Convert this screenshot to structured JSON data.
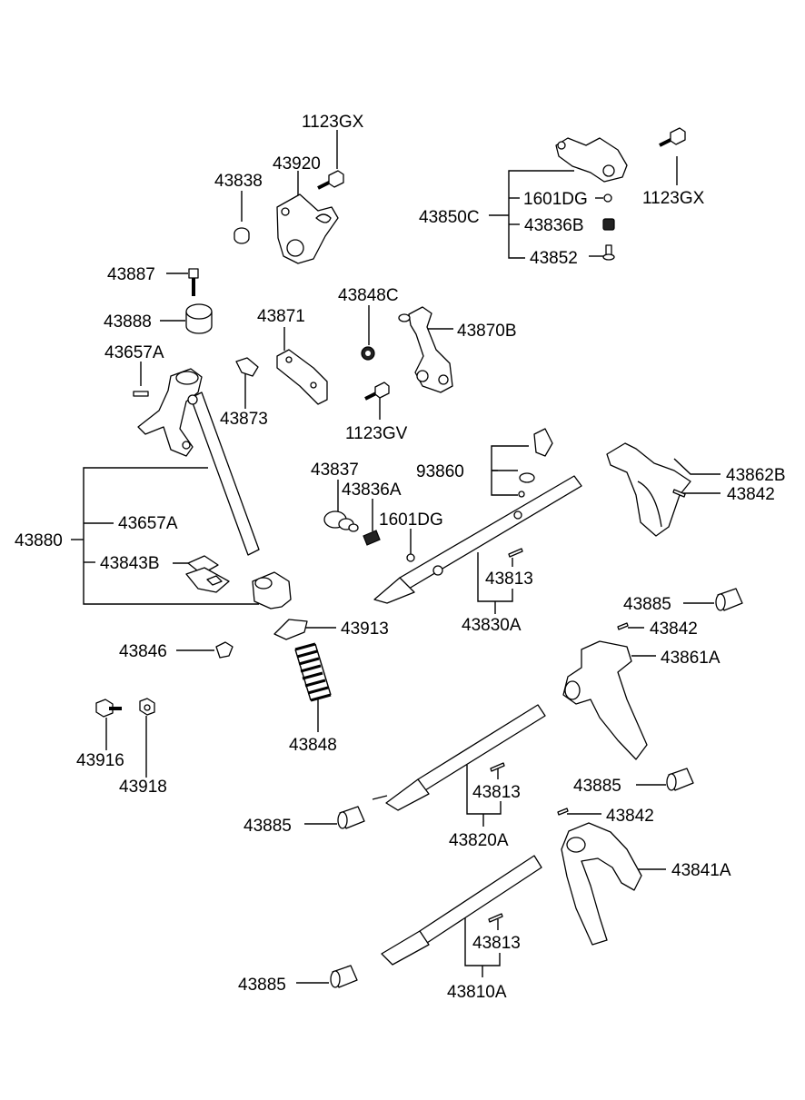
{
  "labels": {
    "l_1123gx_a": "1123GX",
    "l_43920": "43920",
    "l_43838": "43838",
    "l_1123gx_b": "1123GX",
    "l_1601dg_a": "1601DG",
    "l_43850c": "43850C",
    "l_43836b": "43836B",
    "l_43852": "43852",
    "l_43887": "43887",
    "l_43888": "43888",
    "l_43848c": "43848C",
    "l_43871": "43871",
    "l_43870b": "43870B",
    "l_43657a_a": "43657A",
    "l_43873": "43873",
    "l_1123gv": "1123GV",
    "l_43862b": "43862B",
    "l_93860": "93860",
    "l_43842_a": "43842",
    "l_43837": "43837",
    "l_43836a": "43836A",
    "l_1601dg_b": "1601DG",
    "l_43657a_b": "43657A",
    "l_43880": "43880",
    "l_43843b": "43843B",
    "l_43813_a": "43813",
    "l_43830a": "43830A",
    "l_43885_a": "43885",
    "l_43842_b": "43842",
    "l_43913": "43913",
    "l_43846": "43846",
    "l_43861a": "43861A",
    "l_43848": "43848",
    "l_43916": "43916",
    "l_43918": "43918",
    "l_43885_b": "43885",
    "l_43813_b": "43813",
    "l_43885_c": "43885",
    "l_43842_c": "43842",
    "l_43820a": "43820A",
    "l_43841a": "43841A",
    "l_43813_c": "43813",
    "l_43885_d": "43885",
    "l_43810a": "43810A"
  }
}
